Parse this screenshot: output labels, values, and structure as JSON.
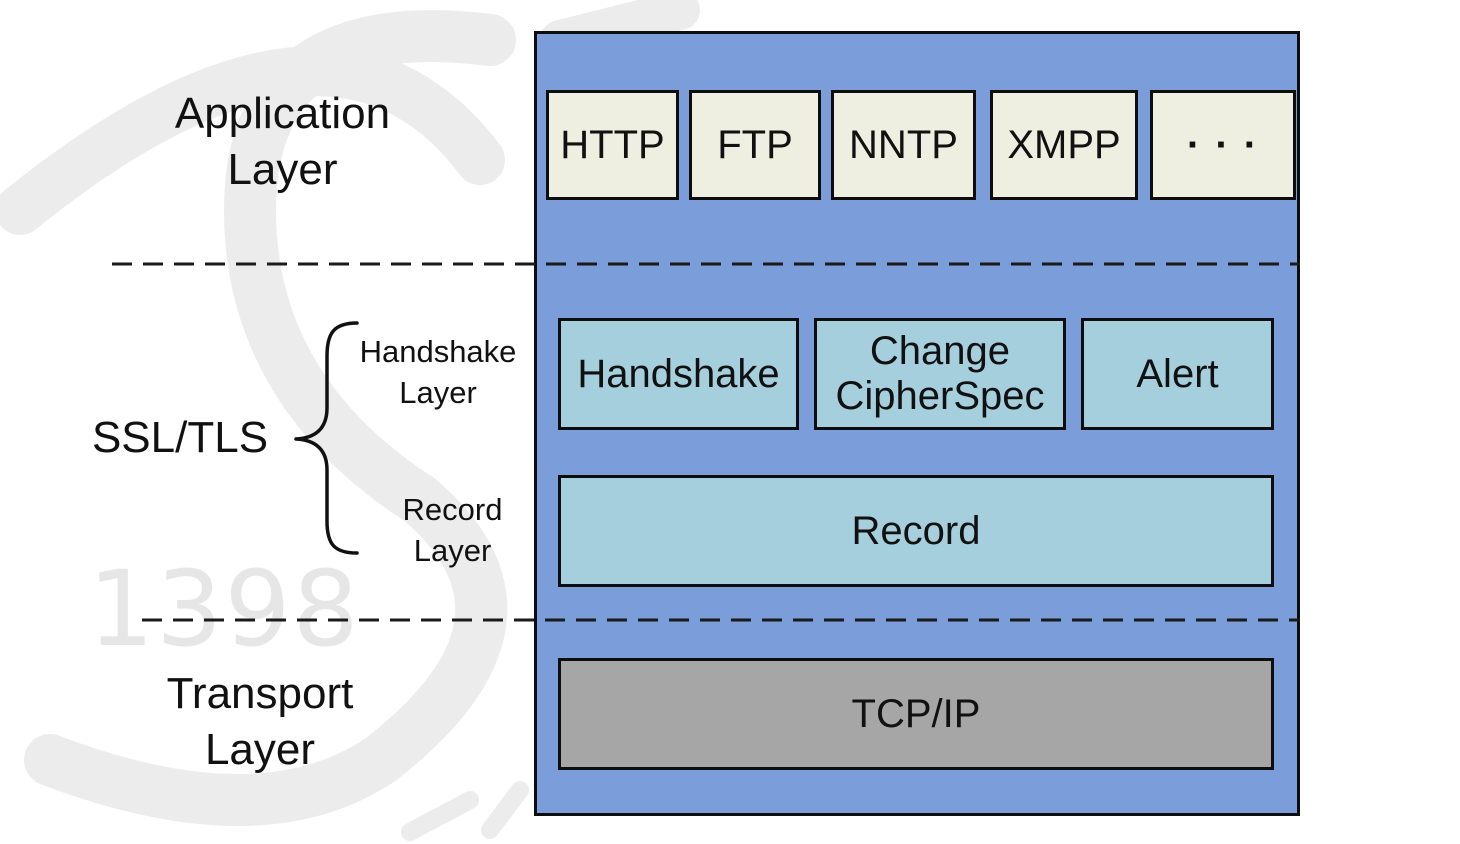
{
  "layers": {
    "application": "Application\nLayer",
    "ssl_tls": "SSL/TLS",
    "handshake_layer": "Handshake\nLayer",
    "record_layer": "Record\nLayer",
    "transport": "Transport\nLayer"
  },
  "application_protocols": [
    "HTTP",
    "FTP",
    "NNTP",
    "XMPP",
    "· · ·"
  ],
  "ssl_protocols": {
    "handshake": "Handshake",
    "change_cipher_spec": "Change\nCipherSpec",
    "alert": "Alert",
    "record": "Record"
  },
  "transport_protocol": "TCP/IP",
  "watermark": {
    "digits": "1398"
  },
  "colors": {
    "stack_background": "#7b9dd9",
    "application_box": "#efefe1",
    "ssl_box": "#a6cfdd",
    "tcp_box": "#a6a6a6",
    "watermark": "#e6e6e6"
  }
}
